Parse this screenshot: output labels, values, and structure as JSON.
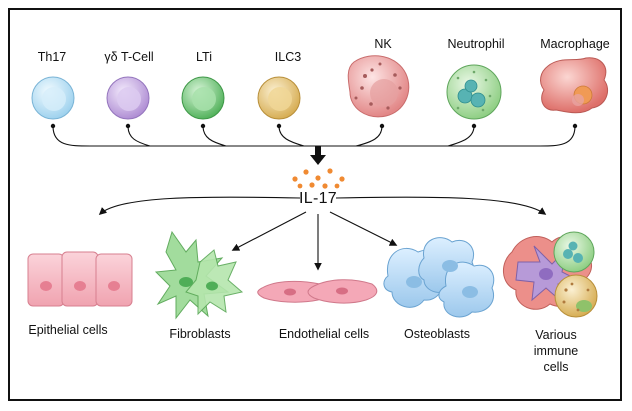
{
  "sources": [
    "Th17",
    "γδ T-Cell",
    "LTi",
    "ILC3",
    "NK",
    "Neutrophil",
    "Macrophage"
  ],
  "cytokine": "IL-17",
  "targets": {
    "epithelial": "Epithelial cells",
    "fibroblasts": "Fibroblasts",
    "endothelial": "Endothelial cells",
    "osteoblasts": "Osteoblasts",
    "various": [
      "Various",
      "immune",
      "cells"
    ]
  },
  "colors": {
    "th17": "#bfe3f5",
    "gd_tcell": "#c9b0e3",
    "lti": "#7fcf86",
    "ilc3": "#e8c77e",
    "nk": "#f2a7a7",
    "neutrophil": "#b8e2b0",
    "macrophage": "#ec8f8a",
    "il17_dots": "#f08a32",
    "epithelial": "#f6b8c2",
    "fibroblast": "#8fd08f",
    "osteoblast": "#b9d9f2"
  }
}
